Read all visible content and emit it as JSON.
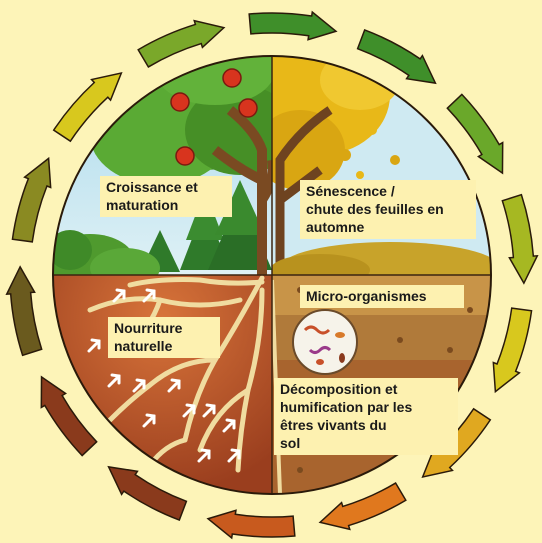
{
  "diagram": {
    "labels": {
      "growth": "Croissance et\nmaturation",
      "senescence": "Sénescence /\nchute des feuilles en\nautomne",
      "micro": "Micro-organismes",
      "food": "Nourriture\nnaturelle",
      "decomposition": "Décomposition et\nhumification par les\nêtres vivants du\nsol"
    },
    "cycle_arrow_count": 14,
    "colors": {
      "background": "#fdf4b8",
      "sky": "#bfe3ee",
      "soil": "#b8522c",
      "autumn_leaves": "#e8b818",
      "arrow_green": "#3f8f2a",
      "arrow_yellow": "#d8c81e",
      "arrow_orange": "#e0781e",
      "arrow_brown": "#8a3a1c",
      "label_box": "#fdf1b0"
    },
    "icons": [
      "apple-tree-icon",
      "autumn-leaves-icon",
      "roots-icon",
      "microscope-view-icon",
      "cycle-arrow-icon"
    ]
  }
}
